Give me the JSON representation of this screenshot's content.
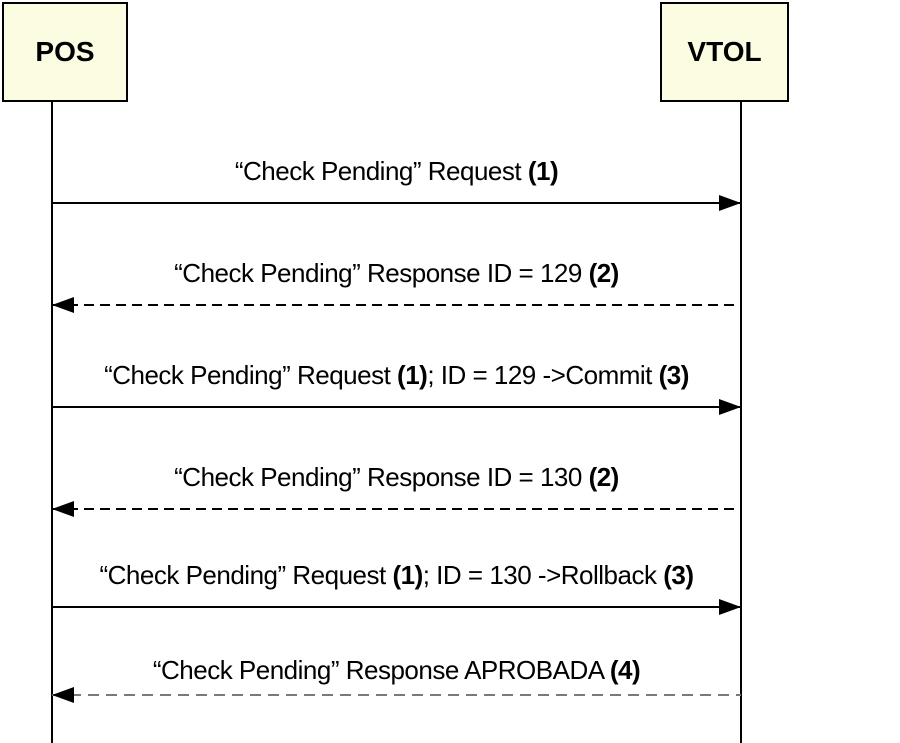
{
  "diagram": {
    "type": "sequence",
    "colors": {
      "actor_fill": "#FCFCE2",
      "line": "#000000",
      "faded_line": "#7a7a7a",
      "background": "#ffffff"
    }
  },
  "actors": [
    {
      "label": "POS"
    },
    {
      "label": "VTOL"
    }
  ],
  "messages": [
    {
      "from": "POS",
      "to": "VTOL",
      "direction": "right",
      "line_style": "solid",
      "runs": [
        {
          "text": "“Check Pending” Request ",
          "bold": false
        },
        {
          "text": "(1)",
          "bold": true
        }
      ]
    },
    {
      "from": "VTOL",
      "to": "POS",
      "direction": "left",
      "line_style": "dashed",
      "runs": [
        {
          "text": "“Check Pending” Response ID = 129 ",
          "bold": false
        },
        {
          "text": "(2)",
          "bold": true
        }
      ]
    },
    {
      "from": "POS",
      "to": "VTOL",
      "direction": "right",
      "line_style": "solid",
      "runs": [
        {
          "text": "“Check Pending” Request ",
          "bold": false
        },
        {
          "text": "(1)",
          "bold": true
        },
        {
          "text": "; ID = 129 ->Commit ",
          "bold": false
        },
        {
          "text": "(3)",
          "bold": true
        }
      ]
    },
    {
      "from": "VTOL",
      "to": "POS",
      "direction": "left",
      "line_style": "dashed",
      "runs": [
        {
          "text": "“Check Pending” Response ID = 130 ",
          "bold": false
        },
        {
          "text": "(2)",
          "bold": true
        }
      ]
    },
    {
      "from": "POS",
      "to": "VTOL",
      "direction": "right",
      "line_style": "solid",
      "runs": [
        {
          "text": "“Check Pending” Request ",
          "bold": false
        },
        {
          "text": "(1)",
          "bold": true
        },
        {
          "text": "; ID = 130 ->Rollback ",
          "bold": false
        },
        {
          "text": "(3)",
          "bold": true
        }
      ]
    },
    {
      "from": "VTOL",
      "to": "POS",
      "direction": "left",
      "line_style": "dashed-gray",
      "runs": [
        {
          "text": "“Check Pending” Response APROBADA ",
          "bold": false
        },
        {
          "text": "(4)",
          "bold": true
        }
      ]
    }
  ]
}
